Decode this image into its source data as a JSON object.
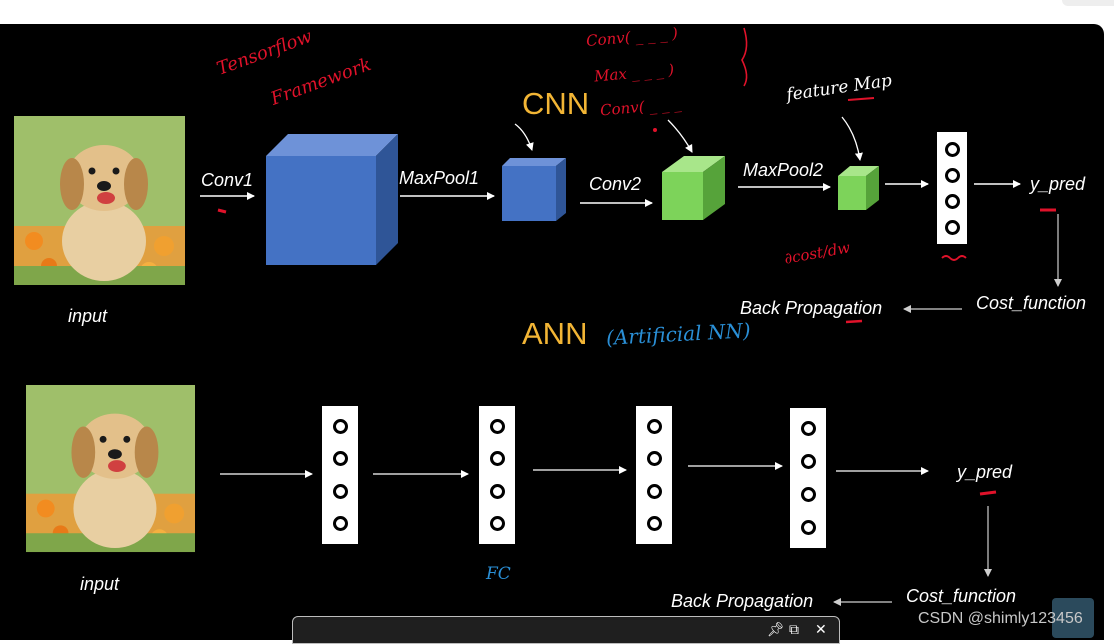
{
  "cnn": {
    "title": "CNN",
    "input_label": "input",
    "layers": [
      "Conv1",
      "MaxPool1",
      "Conv2",
      "MaxPool2"
    ],
    "output": "y_pred",
    "cost": "Cost_function",
    "backprop": "Back Propagation"
  },
  "ann": {
    "title": "ANN",
    "input_label": "input",
    "output": "y_pred",
    "cost": "Cost_function",
    "backprop": "Back Propagation"
  },
  "handwritten": {
    "tensorflow": "Tensorflow",
    "framework": "Framework",
    "conv_1": "Conv( _ _ _ )",
    "max": "Max _ _ _ )",
    "conv_2": "Conv( _ _ _",
    "feature_map": "feature Map",
    "dcost_dw": "∂cost/dw",
    "ann_note": "(Artificial NN)",
    "fc": "FC"
  },
  "watermark": "CSDN @shimly123456",
  "toolbar": {
    "pin_icon": "pin-icon",
    "popout_icon": "popout-icon",
    "close_icon": "close-icon"
  },
  "colors": {
    "background": "#000000",
    "title": "#f2b535",
    "conv_block": "#4472c4",
    "pool_block": "#7dd35a",
    "annotation_red": "#e0122a",
    "annotation_blue": "#2a8fd6"
  }
}
